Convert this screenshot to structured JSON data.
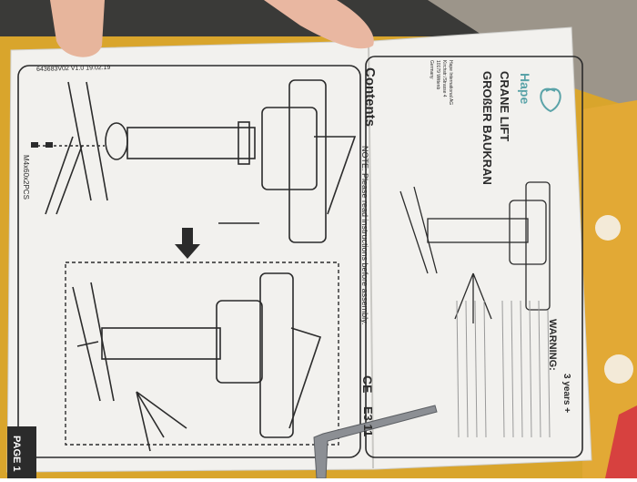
{
  "colors": {
    "background_yellow": "#e8b93a",
    "paper": "#f2f1ee",
    "line_art": "#2b2b2b",
    "brand_teal": "#5aa3a8"
  },
  "left_page": {
    "doc_code": "643683V02 V1.0 19.02.19",
    "screw_label": "M4x60x2PCS",
    "page_label": "PAGE 1"
  },
  "right_page": {
    "brand": "Hape",
    "title_en": "CRANE LIFT",
    "title_de": "GROßER BAUKRAN",
    "address": [
      "Hape International AG",
      "Kirchstr./Strasse 4",
      "10179 Wittenb",
      "Germany"
    ],
    "contents_heading": "Contents",
    "note": "NOTE: Please read instructions before assembly.",
    "warning_heading": "WARNING:",
    "age_label": "3 years +",
    "ce_mark": "CE",
    "ce_code": "E3 11"
  }
}
